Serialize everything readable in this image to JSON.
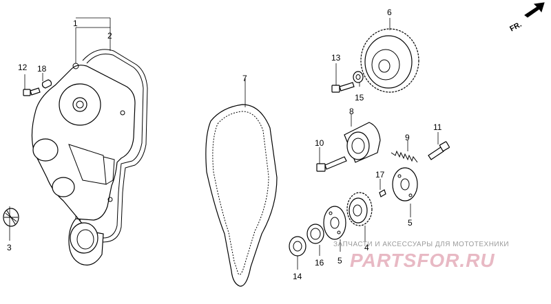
{
  "direction_label": "FR.",
  "callouts": {
    "c1": "1",
    "c2": "2",
    "c3": "3",
    "c4": "4",
    "c5a": "5",
    "c5b": "5",
    "c6": "6",
    "c7": "7",
    "c8": "8",
    "c9": "9",
    "c10": "10",
    "c11": "11",
    "c12": "12",
    "c13": "13",
    "c14": "14",
    "c15": "15",
    "c16": "16",
    "c17": "17",
    "c18": "18"
  },
  "watermark": {
    "tagline": "ЗАПЧАСТИ И АКСЕССУАРЫ ДЛЯ МОТОТЕХНИКИ",
    "logo": "PARTSFOR.RU"
  }
}
